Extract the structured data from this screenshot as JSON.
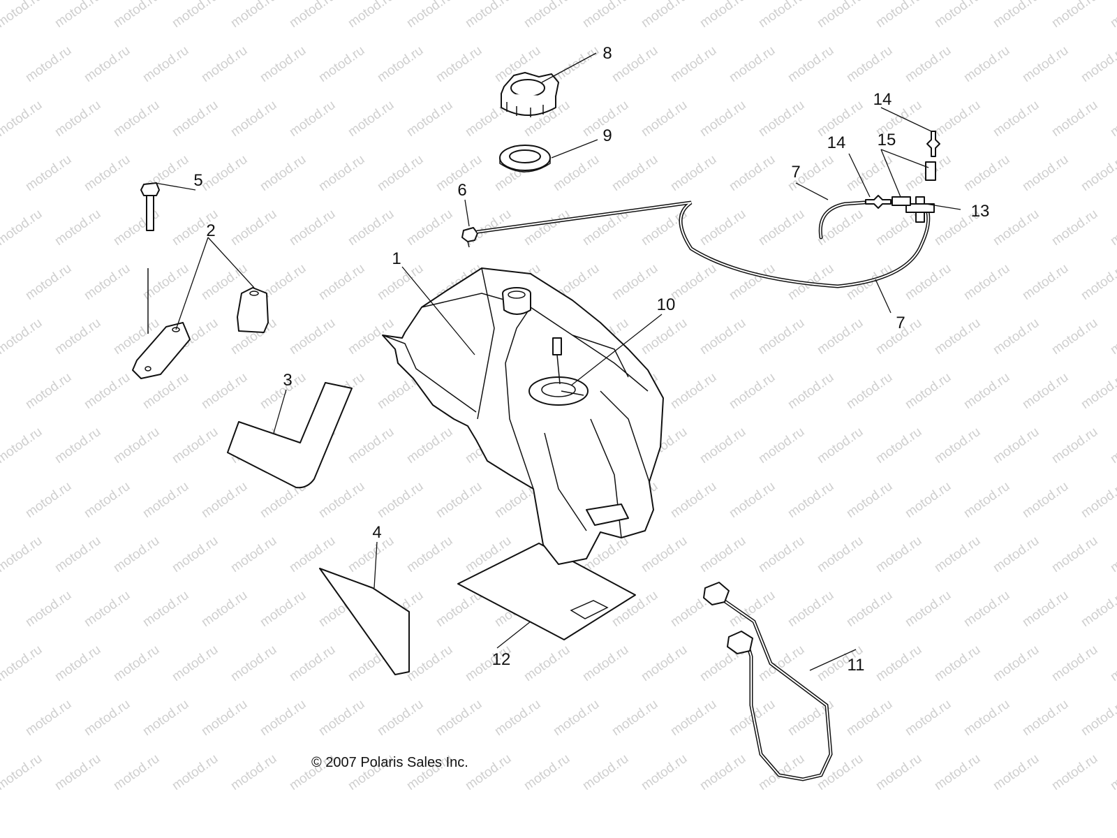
{
  "watermark": "motod.ru",
  "copyright": "© 2007 Polaris Sales Inc.",
  "callouts": {
    "c1": "1",
    "c2": "2",
    "c3": "3",
    "c4": "4",
    "c5": "5",
    "c6": "6",
    "c7a": "7",
    "c7b": "7",
    "c8": "8",
    "c9": "9",
    "c10": "10",
    "c11": "11",
    "c12": "12",
    "c13": "13",
    "c14a": "14",
    "c14b": "14",
    "c15": "15"
  },
  "colors": {
    "line": "#111111",
    "watermark": "#cfcfcf",
    "background": "#ffffff"
  }
}
